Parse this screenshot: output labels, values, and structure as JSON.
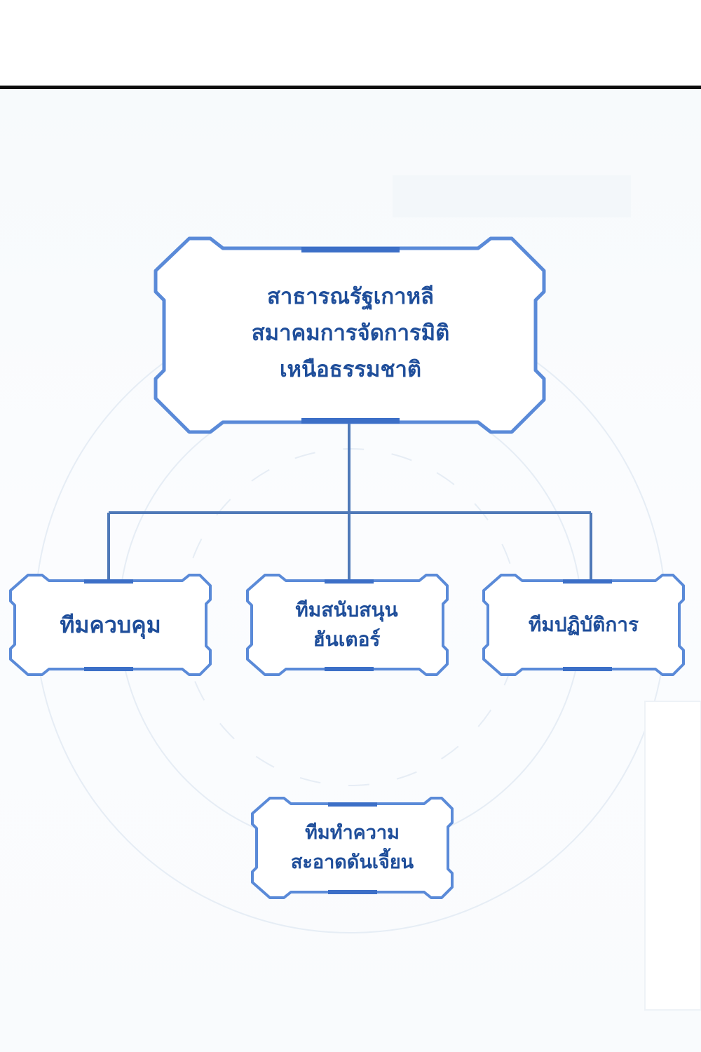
{
  "colors": {
    "frame": "#5a8ad8",
    "frame_dark": "#3c6fc7",
    "connector": "#4f79b8",
    "text": "#1f4e9a",
    "divider": "#0d0d0d",
    "background": "#f8fafc"
  },
  "diagram": {
    "root": {
      "lines": [
        "สาธารณรัฐเกาหลี",
        "สมาคมการจัดการมิติ",
        "เหนือธรรมชาติ"
      ]
    },
    "teams": [
      {
        "id": "control",
        "lines": [
          "ทีมควบคุม"
        ]
      },
      {
        "id": "support",
        "lines": [
          "ทีมสนับสนุน",
          "ฮันเตอร์"
        ]
      },
      {
        "id": "operations",
        "lines": [
          "ทีมปฏิบัติการ"
        ]
      }
    ],
    "separate": {
      "id": "cleaning",
      "lines": [
        "ทีมทำความ",
        "สะอาดดันเจี้ยน"
      ]
    }
  }
}
